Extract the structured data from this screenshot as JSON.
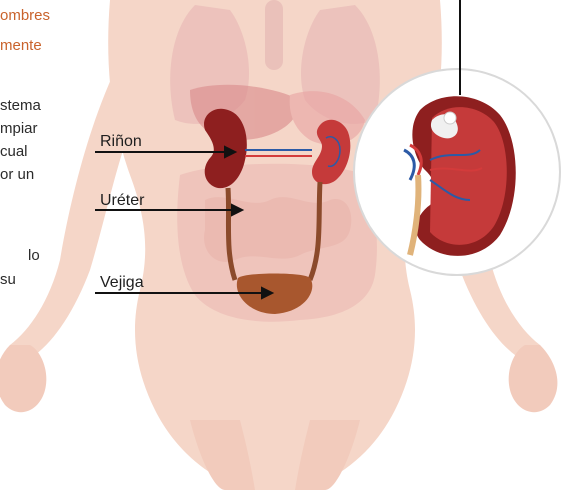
{
  "header_fragments": [
    "ombres",
    "mente"
  ],
  "body_fragments": [
    "stema",
    "mpiar",
    "cual",
    "or un",
    "lo",
    "su"
  ],
  "labels": {
    "kidney": "Riñon",
    "ureter": "Uréter",
    "bladder": "Vejiga"
  },
  "colors": {
    "skin": "#f5d6c8",
    "organ_pink": "#e9a3a3",
    "kidney_red": "#8e1f1f",
    "kidney_inner": "#c53a3a",
    "ureter_brown": "#8b4a2b",
    "bladder_brown": "#a8572e",
    "heading_orange": "#c9632c",
    "vessel_blue": "#2c5aa6",
    "vessel_red": "#d33b3b"
  }
}
